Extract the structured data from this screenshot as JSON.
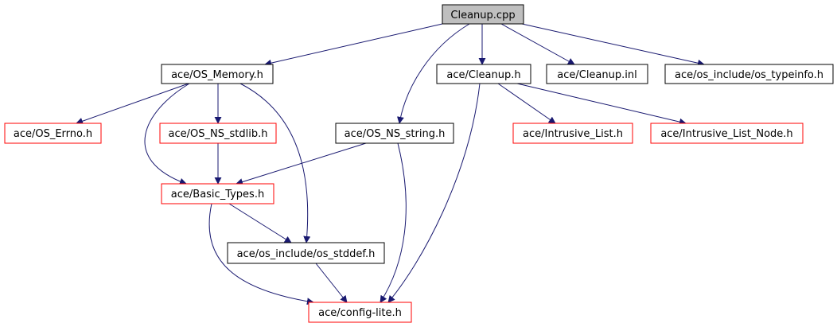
{
  "colors": {
    "background": "#ffffff",
    "edge": "#191970",
    "arrowhead": "#191970",
    "root_fill": "#bfbfbf",
    "root_border": "#000000",
    "documented_border": "#000000",
    "undocumented_border": "#ff0000",
    "node_fill": "#ffffff",
    "text": "#000000"
  },
  "nodes": {
    "cleanup_cpp": {
      "label": "Cleanup.cpp",
      "kind": "root"
    },
    "os_memory_h": {
      "label": "ace/OS_Memory.h",
      "kind": "documented"
    },
    "cleanup_h": {
      "label": "ace/Cleanup.h",
      "kind": "documented"
    },
    "cleanup_inl": {
      "label": "ace/Cleanup.inl",
      "kind": "documented"
    },
    "os_typeinfo_h": {
      "label": "ace/os_include/os_typeinfo.h",
      "kind": "documented"
    },
    "os_errno_h": {
      "label": "ace/OS_Errno.h",
      "kind": "undocumented"
    },
    "os_ns_stdlib_h": {
      "label": "ace/OS_NS_stdlib.h",
      "kind": "undocumented"
    },
    "os_ns_string_h": {
      "label": "ace/OS_NS_string.h",
      "kind": "documented"
    },
    "intrusive_list_h": {
      "label": "ace/Intrusive_List.h",
      "kind": "undocumented"
    },
    "intrusive_list_node_h": {
      "label": "ace/Intrusive_List_Node.h",
      "kind": "undocumented"
    },
    "basic_types_h": {
      "label": "ace/Basic_Types.h",
      "kind": "undocumented"
    },
    "os_stddef_h": {
      "label": "ace/os_include/os_stddef.h",
      "kind": "documented"
    },
    "config_lite_h": {
      "label": "ace/config-lite.h",
      "kind": "undocumented"
    }
  }
}
